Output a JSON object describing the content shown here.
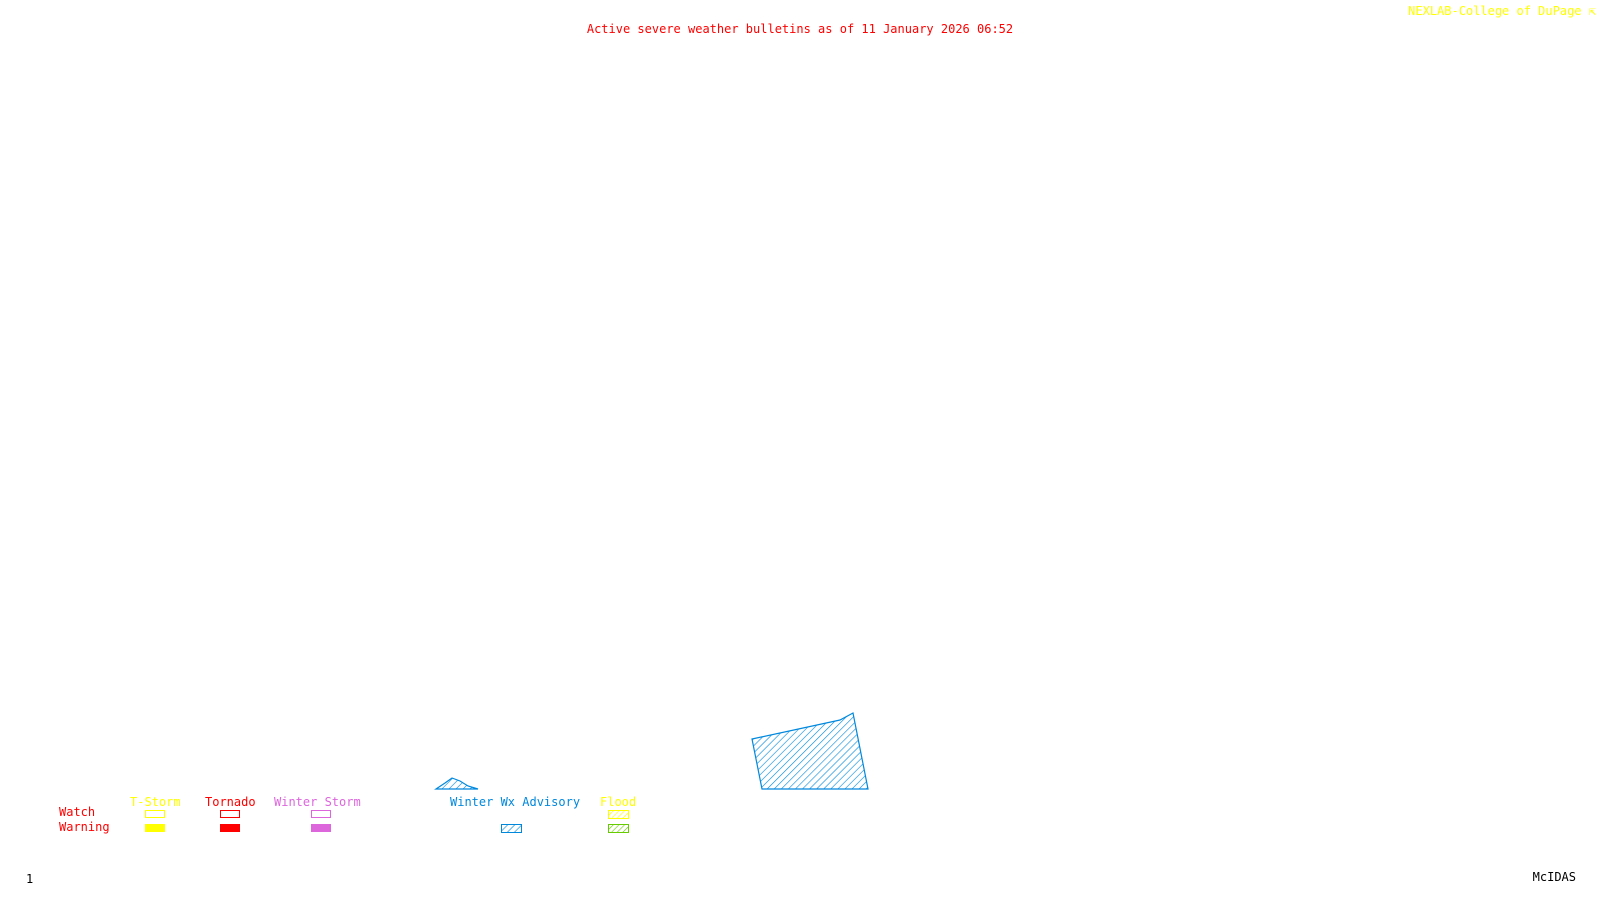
{
  "header": {
    "title": "Active severe weather bulletins as of 11 January 2026 06:52",
    "credit": "NEXLAB-College of DuPage",
    "credit_icon": "arrow-icon"
  },
  "footer": {
    "frame_number": "1",
    "software": "McIDAS"
  },
  "legend": {
    "row_labels": {
      "watch": "Watch",
      "warning": "Warning"
    },
    "categories": [
      {
        "label": "T-Storm",
        "color": "#ffff00",
        "watch_style": "outline",
        "warning_style": "solid"
      },
      {
        "label": "Tornado",
        "color": "#ff0000",
        "watch_style": "outline",
        "warning_style": "solid"
      },
      {
        "label": "Winter Storm",
        "color": "#dd66dd",
        "watch_style": "outline",
        "warning_style": "solid"
      },
      {
        "label": "Winter Wx Advisory",
        "color": "#0088dd",
        "watch_style": "none",
        "warning_style": "hatched"
      },
      {
        "label": "Flood",
        "color": "#ffff00",
        "watch_style": "hatched",
        "warning_style": "hatched",
        "warning_color": "#66cc00"
      }
    ]
  },
  "map": {
    "regions": [
      {
        "type": "Winter Wx Advisory",
        "color": "#0088dd",
        "fill": "hatched"
      },
      {
        "type": "Winter Wx Advisory",
        "color": "#0088dd",
        "fill": "hatched"
      }
    ]
  }
}
